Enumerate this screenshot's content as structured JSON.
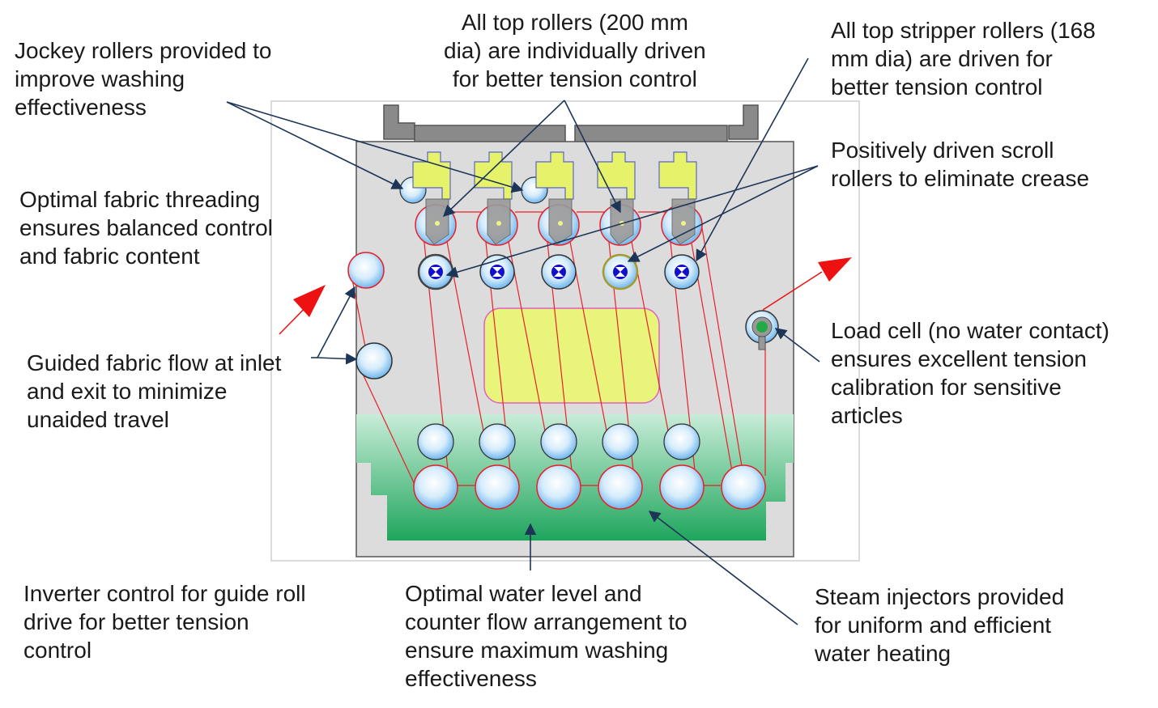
{
  "labels": {
    "jockey_rollers": [
      "Jockey rollers provided to",
      "improve washing",
      "effectiveness"
    ],
    "top_rollers": [
      "All top rollers (200 mm",
      "dia) are individually driven",
      "for better tension control"
    ],
    "stripper_rollers": [
      "All top stripper rollers (168",
      "mm dia) are driven for",
      "better tension control"
    ],
    "fabric_threading": [
      "Optimal fabric threading",
      "ensures balanced control",
      "and fabric content"
    ],
    "scroll_rollers": [
      "Positively driven scroll",
      "rollers to eliminate crease"
    ],
    "guided_fabric": [
      "Guided fabric flow at inlet",
      "and exit to minimize",
      "unaided travel"
    ],
    "load_cell": [
      "Load cell (no water contact)",
      "ensures excellent tension",
      "calibration for sensitive",
      "articles"
    ],
    "inverter_control": [
      "Inverter control for guide roll",
      "drive for better tension",
      "control"
    ],
    "water_level": [
      "Optimal water level and",
      "counter flow arrangement to",
      "ensure maximum washing",
      "effectiveness"
    ],
    "steam_injectors": [
      "Steam injectors provided",
      "for uniform and efficient",
      "water heating"
    ]
  },
  "colors": {
    "frame_outline": "#cfcfcf",
    "tank_fill": "#dcdcdc",
    "tank_stroke": "#555555",
    "water_top": "#c8ecd8",
    "water_bottom": "#1fa65c",
    "actuator": "#e6f36a",
    "panel": "#e8f57a",
    "panel_stroke": "#e060c0",
    "fabric_path": "#e8202a",
    "callout_line": "#1d3557",
    "arrow_red": "#ee1111",
    "roller_center": "#ffffff",
    "roller_edge": "#6fb6ee",
    "scroll_mark": "#1010cc",
    "load_cell": "#22aa44"
  }
}
